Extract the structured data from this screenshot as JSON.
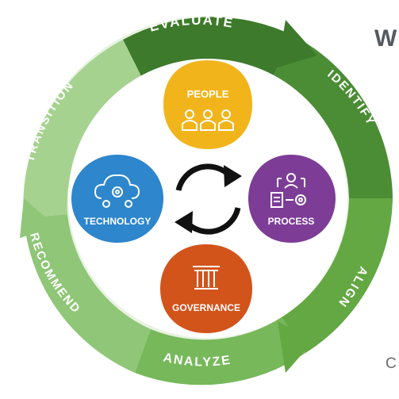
{
  "ring": {
    "segments": [
      {
        "label": "EVALUATE",
        "color": "#3d7a2b"
      },
      {
        "label": "IDENTIFY",
        "color": "#4b8d35"
      },
      {
        "label": "ALIGN",
        "color": "#63a843"
      },
      {
        "label": "ANALYZE",
        "color": "#76b85a"
      },
      {
        "label": "RECOMMEND",
        "color": "#8fc677"
      },
      {
        "label": "TRANSITION",
        "color": "#a6d28f"
      }
    ]
  },
  "pillars": {
    "people": {
      "label": "PEOPLE",
      "color": "#f2b41b",
      "icon": "people-icon"
    },
    "process": {
      "label": "PROCESS",
      "color": "#7d3d96",
      "icon": "process-icon"
    },
    "governance": {
      "label": "GOVERNANCE",
      "color": "#d2541b",
      "icon": "governance-icon"
    },
    "technology": {
      "label": "TECHNOLOGY",
      "color": "#2e86cc",
      "icon": "technology-icon"
    }
  },
  "cycle_icon": "cycle-arrows-icon",
  "corner": {
    "top_letter": "W",
    "bottom_letter": "C"
  }
}
